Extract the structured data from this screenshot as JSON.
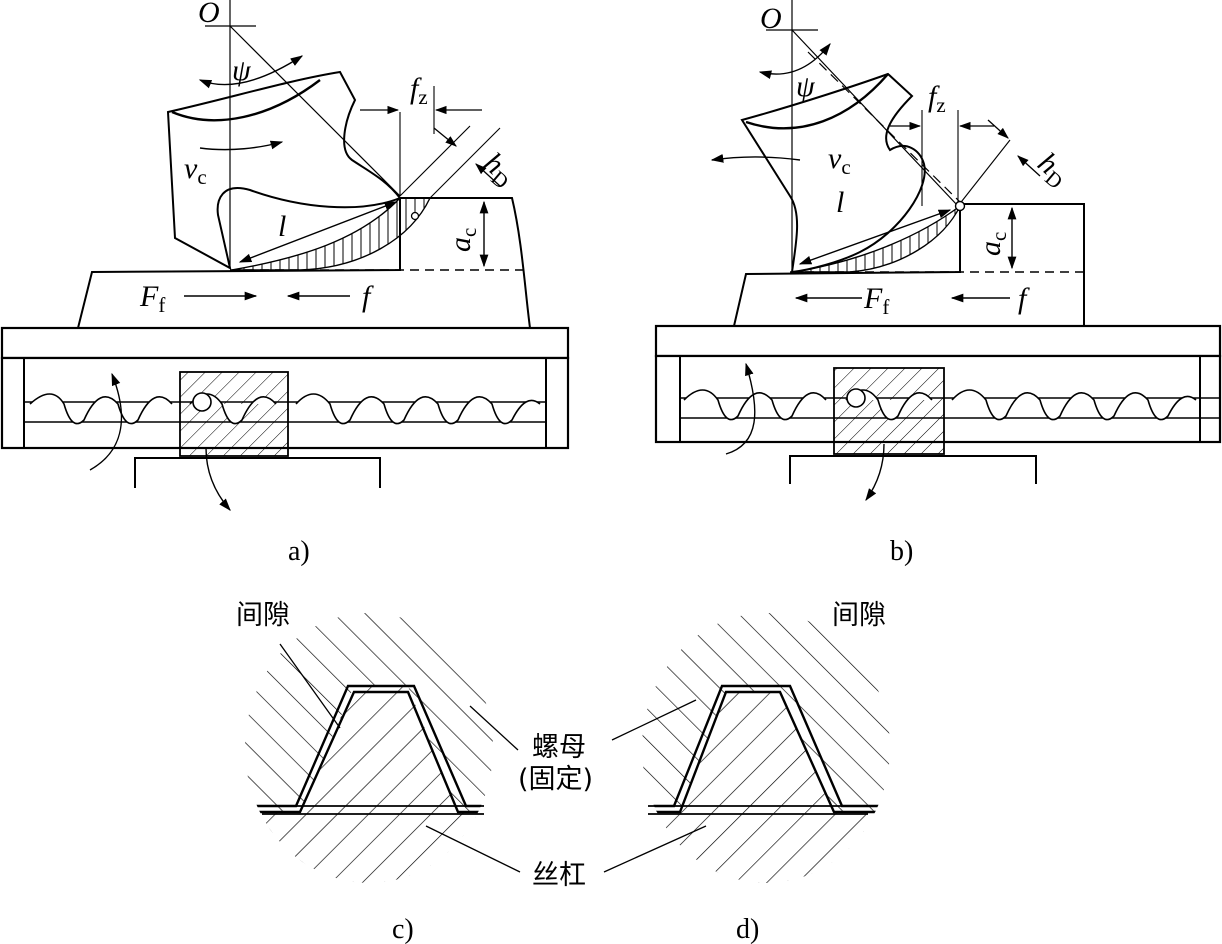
{
  "panels": {
    "a": {
      "caption": "a)",
      "labels": {
        "O": "O",
        "psi": "ψ",
        "fz_main": "f",
        "fz_sub": "z",
        "hD_main": "h",
        "hD_sub": "D",
        "vc_main": "v",
        "vc_sub": "c",
        "l": "l",
        "ac_main": "a",
        "ac_sub": "c",
        "Ff_main": "F",
        "Ff_sub": "f",
        "f": "f"
      }
    },
    "b": {
      "caption": "b)",
      "labels": {
        "O": "O",
        "psi": "ψ",
        "fz_main": "f",
        "fz_sub": "z",
        "hD_main": "h",
        "hD_sub": "D",
        "vc_main": "v",
        "vc_sub": "c",
        "l": "l",
        "ac_main": "a",
        "ac_sub": "c",
        "Ff_main": "F",
        "Ff_sub": "f",
        "f": "f"
      }
    },
    "c": {
      "caption": "c)",
      "gap_label": "间隙"
    },
    "d": {
      "caption": "d)",
      "gap_label": "间隙"
    }
  },
  "shared_labels": {
    "nut": "螺母",
    "nut_fixed": "(固定)",
    "screw": "丝杠"
  },
  "colors": {
    "ink": "#000000",
    "paper": "#ffffff"
  }
}
